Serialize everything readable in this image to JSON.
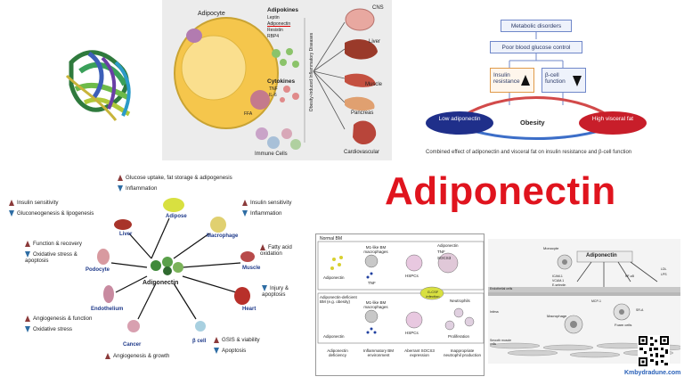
{
  "title": "Adiponectin",
  "watermark": "Kmbydradune.com",
  "adipocyte_panel": {
    "adipocyte": "Adipocyte",
    "adipokines": "Adipokines",
    "adipokine_items": [
      "Leptin",
      "Adiponectin",
      "Resistin",
      "RBP4"
    ],
    "cytokines": "Cytokines",
    "cytokine_items": [
      "TNF",
      "IL-6"
    ],
    "ffa": "FFA",
    "immune": "Immune Cells",
    "vertical": "Obesity-induced Inflammatory Diseases",
    "organs": [
      "CNS",
      "Liver",
      "Muscle",
      "Pancreas",
      "Cardiovascular"
    ]
  },
  "flow_panel": {
    "metabolic": "Metabolic disorders",
    "glucose": "Poor blood glucose control",
    "insulin": "Insulin resistance",
    "beta": "β-cell function",
    "low": "Low adiponectin",
    "obesity": "Obesity",
    "high": "High visceral fat",
    "caption": "Combined effect of adiponectin and visceral fat on insulin resistance and β-cell function"
  },
  "hub_panel": {
    "center": "Adiponectin",
    "adipose": {
      "label": "Adipose",
      "up": "Glucose uptake, fat storage & adipogenesis",
      "down": "Inflammation"
    },
    "liver": {
      "label": "Liver",
      "up": "Insulin sensitivity",
      "down": "Gluconeogenesis & lipogenesis"
    },
    "macrophage": {
      "label": "Macrophage",
      "up": "Insulin sensitivity",
      "down": "Inflammation"
    },
    "podocyte": {
      "label": "Podocyte",
      "up": "Function & recovery",
      "down": "Oxidative stress & apoptosis"
    },
    "muscle": {
      "label": "Muscle",
      "up": "Fatty acid oxidation"
    },
    "endothelium": {
      "label": "Endothelium",
      "up": "Angiogenesis & function",
      "down": "Oxidative stress"
    },
    "heart": {
      "label": "Heart",
      "down": "Injury & apoptosis"
    },
    "cancer": {
      "label": "Cancer",
      "up": "Angiogenesis & growth"
    },
    "beta": {
      "label": "β cell",
      "up": "GSIS & viability",
      "down": "Apoptosis"
    }
  },
  "bm_panel": {
    "normal": "Normal BM",
    "deficient": "Adiponectin-deficient BM (e.g. obesity)",
    "adiponectin": "Adiponectin",
    "m1": "M1-like BM macrophages",
    "tnf": "TNF",
    "hspcs": "HSPCs",
    "gcsf": "G-CSF infection",
    "neutrophils": "Neutrophils",
    "proliferation": "Proliferation",
    "legend": [
      "Adiponectin",
      "TNF",
      "SOCS3"
    ],
    "bottom": [
      "Adiponectin deficiency",
      "Inflammatory BM environment",
      "Aberrant SOCS3 expression",
      "Inappropriate neutrophil production"
    ]
  },
  "vessel_panel": {
    "title": "Adiponectin",
    "labels": [
      "Monocyte",
      "ICAM-1",
      "VCAM-1",
      "E-selectin",
      "Endothelial cells",
      "Intima",
      "Macrophage",
      "Foam cells",
      "SR-A",
      "Smooth muscle cells",
      "LDL",
      "LPS",
      "NF-κB",
      "MCP-1"
    ]
  },
  "colors": {
    "title": "#e0141e",
    "up_arrow": "#8b3a3a",
    "down_arrow": "#2e6da4",
    "blue_label": "#1f3a8a"
  }
}
